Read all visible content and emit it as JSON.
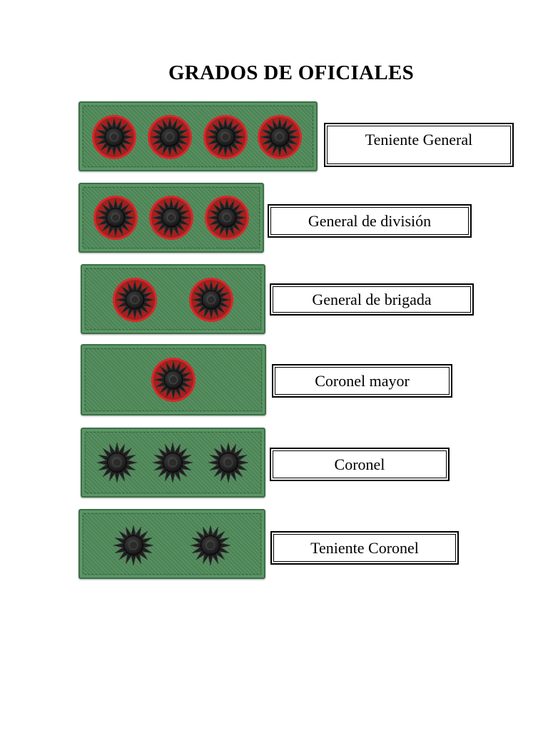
{
  "title": "GRADOS DE OFICIALES",
  "colors": {
    "patch_green": "#4f8a5a",
    "star_black": "#1e1e1e",
    "star_red_rim": "#d42a2a"
  },
  "ranks": [
    {
      "label": "Teniente General",
      "stars": 4,
      "red_rim": true
    },
    {
      "label": "General de división",
      "stars": 3,
      "red_rim": true
    },
    {
      "label": "General de brigada",
      "stars": 2,
      "red_rim": true
    },
    {
      "label": "Coronel mayor",
      "stars": 1,
      "red_rim": true
    },
    {
      "label": "Coronel",
      "stars": 3,
      "red_rim": false
    },
    {
      "label": "Teniente Coronel",
      "stars": 2,
      "red_rim": false
    }
  ]
}
